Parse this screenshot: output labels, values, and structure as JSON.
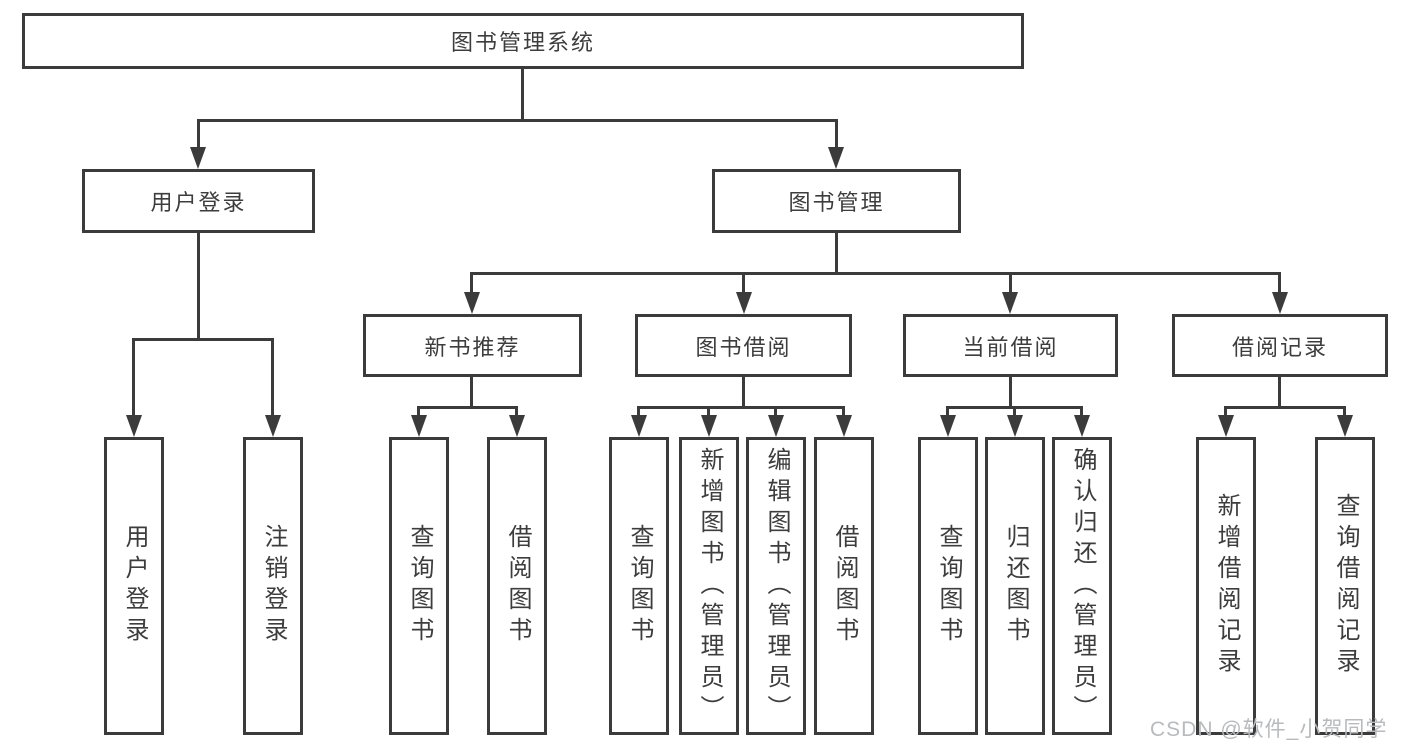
{
  "diagram": {
    "title": "图书管理系统",
    "nodes": {
      "root": {
        "label": "图书管理系统"
      },
      "user_login": {
        "label": "用户登录"
      },
      "book_mgmt": {
        "label": "图书管理"
      },
      "new_rec": {
        "label": "新书推荐"
      },
      "borrowing": {
        "label": "图书借阅"
      },
      "current": {
        "label": "当前借阅"
      },
      "records": {
        "label": "借阅记录"
      },
      "l_login": {
        "label": "用户登录"
      },
      "l_logout": {
        "label": "注销登录"
      },
      "r_query": {
        "label": "查询图书"
      },
      "r_borrow": {
        "label": "借阅图书"
      },
      "bb_query": {
        "label": "查询图书"
      },
      "bb_add": {
        "label": "新增图书（管理员）"
      },
      "bb_edit": {
        "label": "编辑图书（管理员）"
      },
      "bb_borrow": {
        "label": "借阅图书"
      },
      "cb_query": {
        "label": "查询图书"
      },
      "cb_return": {
        "label": "归还图书"
      },
      "cb_confirm": {
        "label": "确认归还（管理员）"
      },
      "br_add": {
        "label": "新增借阅记录"
      },
      "br_query": {
        "label": "查询借阅记录"
      }
    },
    "hierarchy": {
      "图书管理系统": {
        "用户登录": [
          "用户登录",
          "注销登录"
        ],
        "图书管理": {
          "新书推荐": [
            "查询图书",
            "借阅图书"
          ],
          "图书借阅": [
            "查询图书",
            "新增图书（管理员）",
            "编辑图书（管理员）",
            "借阅图书"
          ],
          "当前借阅": [
            "查询图书",
            "归还图书",
            "确认归还（管理员）"
          ],
          "借阅记录": [
            "新增借阅记录",
            "查询借阅记录"
          ]
        }
      }
    },
    "colors": {
      "line": "#3b3b3b",
      "text": "#3d3d3d",
      "box_background": "#ffffff",
      "watermark": "#b8babc"
    }
  },
  "watermark": {
    "text": "CSDN @软件_小贺同学"
  }
}
